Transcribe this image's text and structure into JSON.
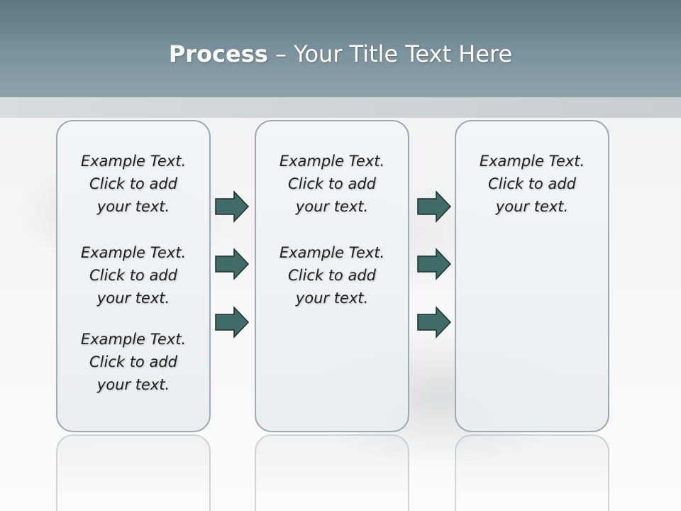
{
  "slide": {
    "title_bold": "Process",
    "title_rest": " – Your Title Text Here"
  },
  "columns": [
    {
      "items": [
        {
          "line1": "Example Text.",
          "line2": "Click  to add",
          "line3": "your text."
        },
        {
          "line1": "Example Text.",
          "line2": "Click  to add",
          "line3": "your text."
        },
        {
          "line1": "Example Text.",
          "line2": "Click  to add",
          "line3": "your text."
        }
      ]
    },
    {
      "items": [
        {
          "line1": "Example Text.",
          "line2": "Click  to add",
          "line3": "your text."
        },
        {
          "line1": "Example Text.",
          "line2": "Click  to add",
          "line3": "your text."
        }
      ]
    },
    {
      "items": [
        {
          "line1": "Example Text.",
          "line2": "Click  to add",
          "line3": "your text."
        }
      ]
    }
  ],
  "colors": {
    "header": "#6f858f",
    "arrow_fill": "#3f6b68",
    "box_border": "#9eabb2"
  },
  "icons": {
    "arrow": "right-arrow-icon"
  }
}
